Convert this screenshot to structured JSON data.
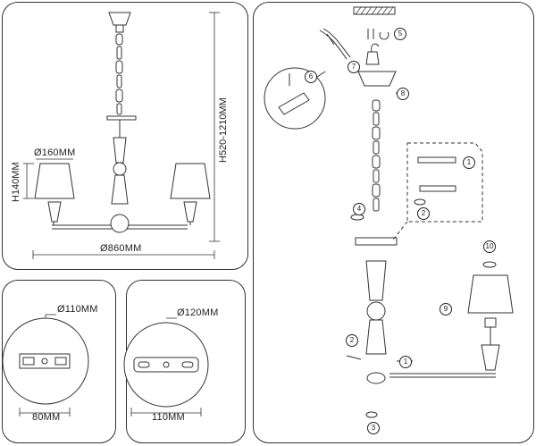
{
  "dimensions": {
    "shade_diameter": "Ø160MM",
    "shade_height": "H140MM",
    "total_height": "H520-1210MM",
    "total_diameter": "Ø860MM"
  },
  "mount_round": {
    "diameter": "Ø110MM",
    "width": "80MM"
  },
  "mount_bar": {
    "diameter": "Ø120MM",
    "width": "110MM"
  },
  "steps": [
    "1",
    "2",
    "3",
    "4",
    "5",
    "6",
    "7",
    "8",
    "9",
    "10"
  ]
}
